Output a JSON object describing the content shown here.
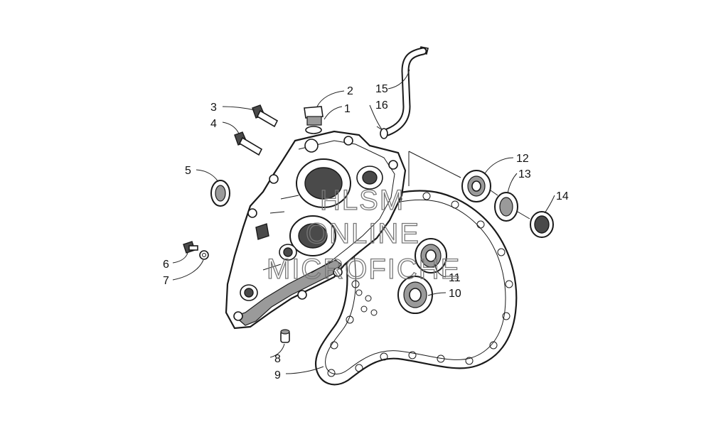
{
  "callouts": [
    {
      "id": "1",
      "label": "1"
    },
    {
      "id": "2",
      "label": "2"
    },
    {
      "id": "3",
      "label": "3"
    },
    {
      "id": "4",
      "label": "4"
    },
    {
      "id": "5",
      "label": "5"
    },
    {
      "id": "6",
      "label": "6"
    },
    {
      "id": "7",
      "label": "7"
    },
    {
      "id": "8",
      "label": "8"
    },
    {
      "id": "9",
      "label": "9"
    },
    {
      "id": "10",
      "label": "10"
    },
    {
      "id": "11",
      "label": "11"
    },
    {
      "id": "12",
      "label": "12"
    },
    {
      "id": "13",
      "label": "13"
    },
    {
      "id": "14",
      "label": "14"
    },
    {
      "id": "15",
      "label": "15"
    },
    {
      "id": "16",
      "label": "16"
    }
  ],
  "watermark": {
    "line1": "HLSM",
    "line2": "ONLINE",
    "line3": "MICROFICHE"
  },
  "colors": {
    "line": "#1a1a1a",
    "shade_dark": "#4a4a4a",
    "shade_mid": "#9a9a9a",
    "background": "#ffffff"
  }
}
